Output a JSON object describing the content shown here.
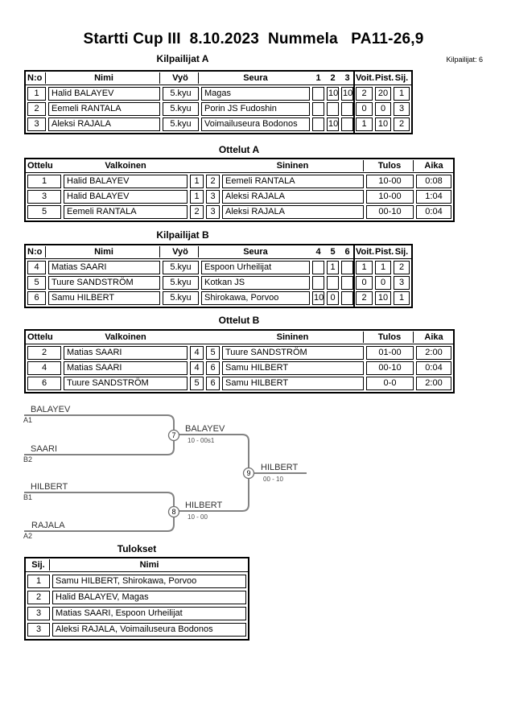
{
  "page": {
    "title": "Startti Cup III  8.10.2023  Nummela   PA11-26,9",
    "competitors_count": "Kilpailijat: 6"
  },
  "sections": {
    "pool_a": {
      "title": "Kilpailijat A",
      "headers": [
        "N:o",
        "Nimi",
        "Vyö",
        "Seura",
        "1",
        "2",
        "3",
        "Voit.",
        "Pist.",
        "Sij."
      ],
      "rows": [
        [
          "1",
          "Halid BALAYEV",
          "5.kyu",
          "Magas",
          "",
          "10",
          "10",
          "2",
          "20",
          "1"
        ],
        [
          "2",
          "Eemeli RANTALA",
          "5.kyu",
          "Porin JS Fudoshin",
          "",
          "",
          "",
          "0",
          "0",
          "3"
        ],
        [
          "3",
          "Aleksi RAJALA",
          "5.kyu",
          "Voimailuseura Bodonos",
          "",
          "10",
          "",
          "1",
          "10",
          "2"
        ]
      ]
    },
    "matches_a": {
      "title": "Ottelut A",
      "headers": [
        "Ottelu",
        "Valkoinen",
        "",
        "",
        "Sininen",
        "Tulos",
        "Aika"
      ],
      "rows": [
        [
          "1",
          "Halid BALAYEV",
          "1",
          "2",
          "Eemeli RANTALA",
          "10-00",
          "0:08"
        ],
        [
          "3",
          "Halid BALAYEV",
          "1",
          "3",
          "Aleksi RAJALA",
          "10-00",
          "1:04"
        ],
        [
          "5",
          "Eemeli RANTALA",
          "2",
          "3",
          "Aleksi RAJALA",
          "00-10",
          "0:04"
        ]
      ]
    },
    "pool_b": {
      "title": "Kilpailijat B",
      "headers": [
        "N:o",
        "Nimi",
        "Vyö",
        "Seura",
        "4",
        "5",
        "6",
        "Voit.",
        "Pist.",
        "Sij."
      ],
      "rows": [
        [
          "4",
          "Matias SAARI",
          "5.kyu",
          "Espoon Urheilijat",
          "",
          "1",
          "",
          "1",
          "1",
          "2"
        ],
        [
          "5",
          "Tuure SANDSTRÖM",
          "5.kyu",
          "Kotkan JS",
          "",
          "",
          "",
          "0",
          "0",
          "3"
        ],
        [
          "6",
          "Samu HILBERT",
          "5.kyu",
          "Shirokawa, Porvoo",
          "10",
          "0",
          "",
          "2",
          "10",
          "1"
        ]
      ]
    },
    "matches_b": {
      "title": "Ottelut B",
      "headers": [
        "Ottelu",
        "Valkoinen",
        "",
        "",
        "Sininen",
        "Tulos",
        "Aika"
      ],
      "rows": [
        [
          "2",
          "Matias SAARI",
          "4",
          "5",
          "Tuure SANDSTRÖM",
          "01-00",
          "2:00"
        ],
        [
          "4",
          "Matias SAARI",
          "4",
          "6",
          "Samu HILBERT",
          "00-10",
          "0:04"
        ],
        [
          "6",
          "Tuure SANDSTRÖM",
          "5",
          "6",
          "Samu HILBERT",
          "0-0",
          "2:00"
        ]
      ]
    },
    "bracket": {
      "slots": [
        {
          "name": "BALAYEV",
          "seed": "A1"
        },
        {
          "name": "SAARI",
          "seed": "B2"
        },
        {
          "name": "HILBERT",
          "seed": "B1"
        },
        {
          "name": "RAJALA",
          "seed": "A2"
        }
      ],
      "matches": [
        {
          "number": "7",
          "winner": "BALAYEV",
          "score": "10 - 00s1"
        },
        {
          "number": "8",
          "winner": "HILBERT",
          "score": "10 - 00"
        },
        {
          "number": "9",
          "winner": "HILBERT",
          "score": "00 - 10"
        }
      ]
    },
    "results": {
      "title": "Tulokset",
      "headers": [
        "Sij.",
        "Nimi"
      ],
      "rows": [
        [
          "1",
          "Samu HILBERT, Shirokawa, Porvoo"
        ],
        [
          "2",
          "Halid BALAYEV, Magas"
        ],
        [
          "3",
          "Matias SAARI, Espoon Urheilijat"
        ],
        [
          "3",
          "Aleksi RAJALA, Voimailuseura Bodonos"
        ]
      ]
    }
  }
}
